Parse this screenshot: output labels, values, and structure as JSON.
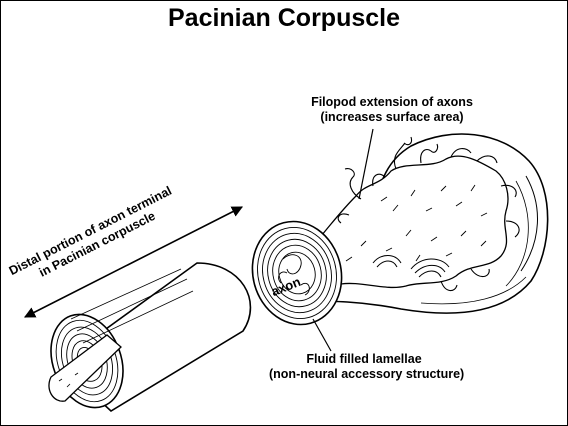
{
  "title": "Pacinian Corpuscle",
  "labels": {
    "filopod": [
      "Filopod extension of axons",
      "(increases surface area)"
    ],
    "distal": [
      "Distal portion of axon terminal",
      "in Pacinian corpuscle"
    ],
    "axon": "axon",
    "fluid": [
      "Fluid filled lamellae",
      "(non-neural accessory structure)"
    ]
  },
  "colors": {
    "ink": "#000000",
    "background": "#ffffff"
  }
}
